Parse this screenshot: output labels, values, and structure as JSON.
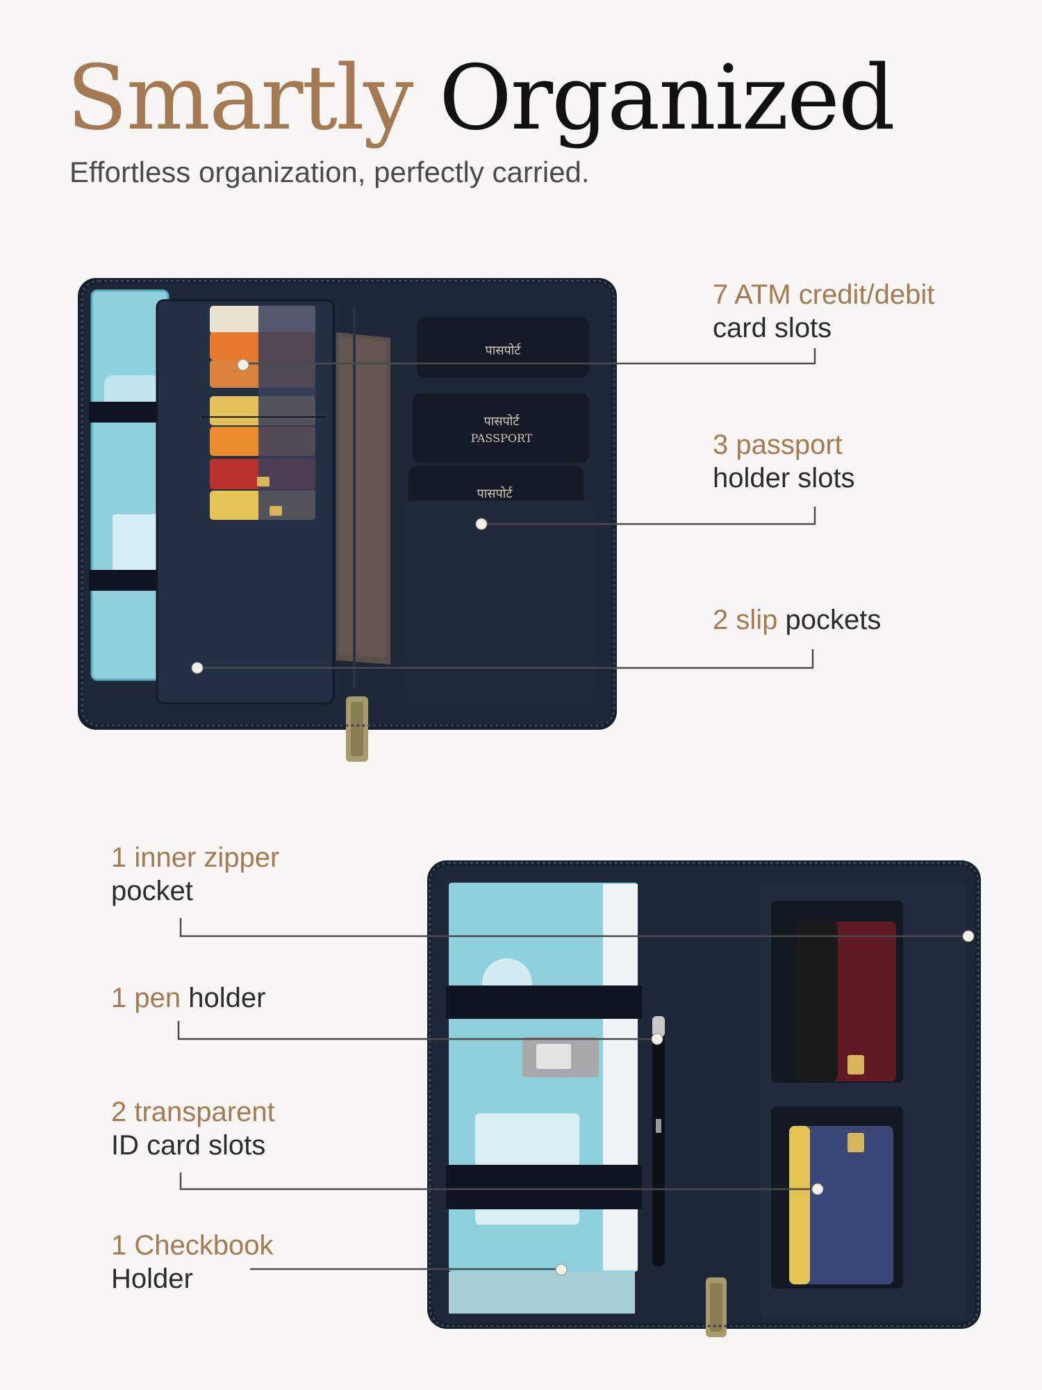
{
  "header": {
    "title_accent": "Smartly",
    "title_main": "Organized",
    "subtitle": "Effortless organization, perfectly carried."
  },
  "colors": {
    "accent": "#a47a52",
    "text": "#2b2b2b",
    "background": "#f7f6f4",
    "wallet": "#1d2738"
  },
  "top_product": {
    "passport_labels": [
      "पासपोर्ट",
      "PASSPORT"
    ],
    "callouts": [
      {
        "accent": "7 ATM credit/debit",
        "line2": "card slots"
      },
      {
        "accent": "3 passport",
        "line2": "holder slots"
      },
      {
        "accent": "2 slip",
        "rest": " pockets"
      }
    ]
  },
  "bottom_product": {
    "callouts": [
      {
        "accent": "1 inner zipper",
        "line2": "pocket"
      },
      {
        "accent": "1 pen",
        "rest": " holder"
      },
      {
        "accent": "2 transparent",
        "line2": "ID card slots"
      },
      {
        "accent": "1 Checkbook",
        "line2": "Holder"
      }
    ]
  }
}
